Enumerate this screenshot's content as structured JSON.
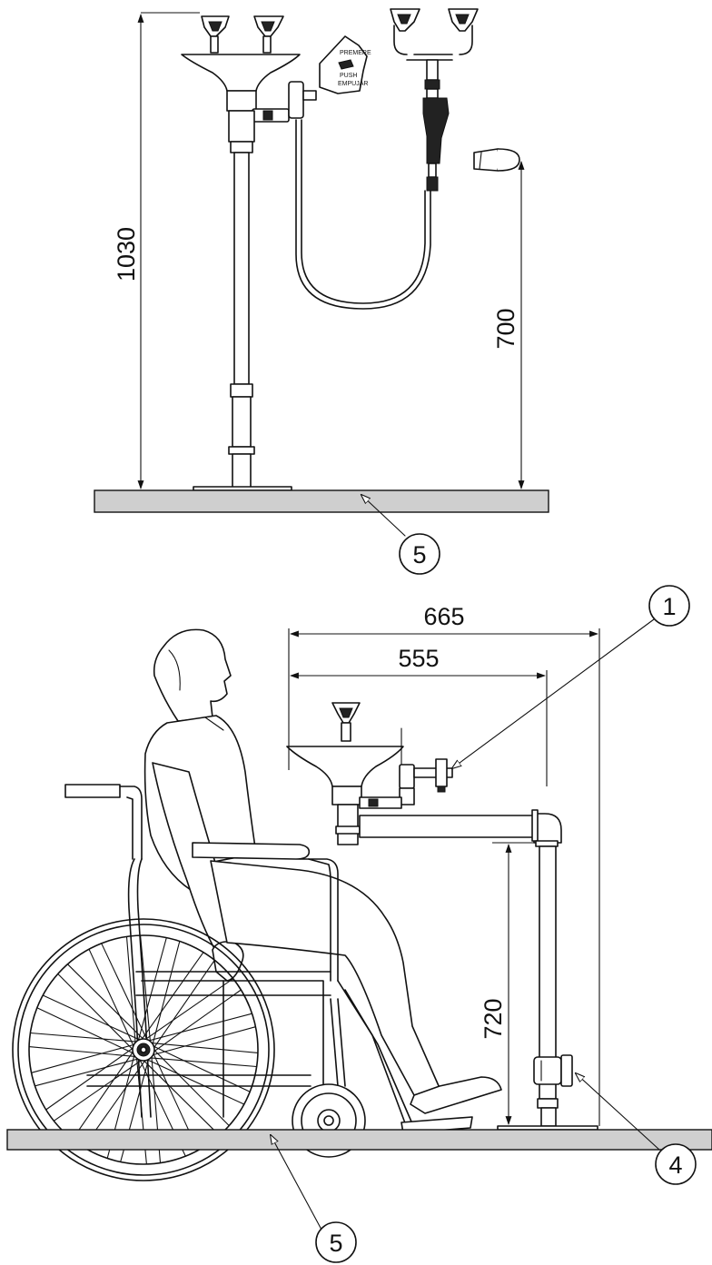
{
  "dimensions": {
    "top_height": "1030",
    "handheld_height": "700",
    "overall_depth": "665",
    "bowl_depth": "555",
    "accessible_height": "720"
  },
  "callouts": {
    "floor_top": "5",
    "valve": "1",
    "foot_valve": "4",
    "floor_bottom": "5"
  },
  "sign": {
    "line1": "PREMERE",
    "line2": "PUSH",
    "line3": "EMPUJAR"
  }
}
